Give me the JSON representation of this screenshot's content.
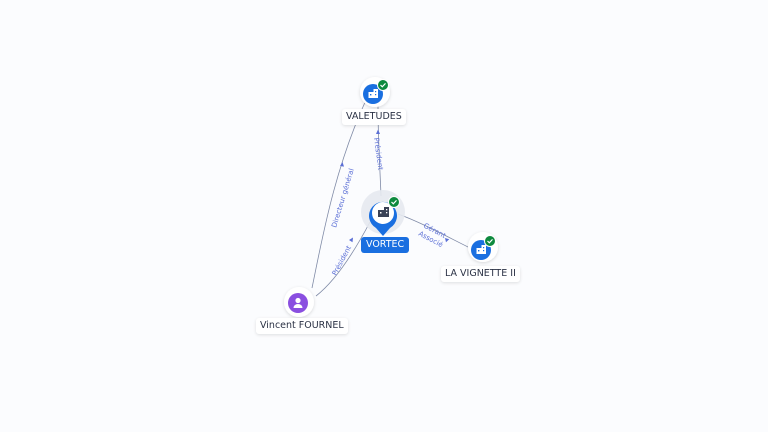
{
  "colors": {
    "company": "#1a6fe0",
    "person": "#8a4fe0",
    "verified": "#0e8a3e",
    "edge": "#7f8aa6",
    "edge_label": "#5b6fd6"
  },
  "nodes": {
    "center": {
      "label": "VORTEC",
      "icon": "building-icon"
    },
    "valetudes": {
      "label": "VALETUDES",
      "icon": "building-icon",
      "verified": true
    },
    "vignette": {
      "label": "LA VIGNETTE II",
      "icon": "building-icon",
      "verified": true
    },
    "person": {
      "label": "Vincent FOURNEL",
      "icon": "person-icon"
    }
  },
  "edges": {
    "vortec_valetudes": "Président",
    "person_valetudes": "Directeur général",
    "person_vortec": "Président",
    "vortec_vignette_1": "Gérant",
    "vortec_vignette_2": "Associé"
  }
}
